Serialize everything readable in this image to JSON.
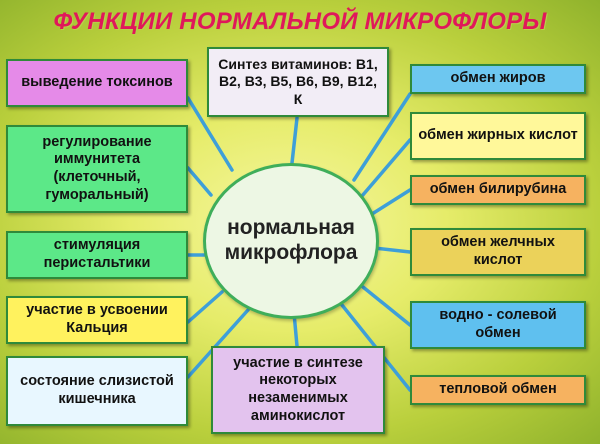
{
  "title": "ФУНКЦИИ НОРМАЛЬНОЙ МИКРОФЛОРЫ",
  "center": "нормальная микрофлора",
  "boxes": {
    "toxins": "выведение токсинов",
    "vitamins": "Синтез витаминов: В1, В2, В3, В5, В6, В9, В12, К",
    "fat": "обмен жиров",
    "fatty_acids": "обмен жирных кислот",
    "bilirubin": "обмен билирубина",
    "bile_acids": "обмен желчных кислот",
    "water_salt": "водно - солевой обмен",
    "heat": "тепловой обмен",
    "immunity": "регулирование иммунитета (клеточный, гуморальный)",
    "peristalsis": "стимуляция перистальтики",
    "calcium": "участие в усвоении Кальция",
    "mucosa": "состояние слизистой кишечника",
    "amino_acids": "участие в синтезе некоторых незаменимых аминокислот"
  },
  "colors": {
    "title": "#e0185a",
    "center_fill": "#edf7e4",
    "center_border": "#3fae5a",
    "connector": "#3e9fd8",
    "toxins": "#e58ae8",
    "vitamins": "#f2edf6",
    "fat": "#6dc7f0",
    "fatty_acids": "#fff89a",
    "bilirubin": "#f6b260",
    "bile_acids": "#ebd25a",
    "water_salt": "#5fc0ef",
    "heat": "#f6b260",
    "immunity": "#5ce888",
    "peristalsis": "#5ce888",
    "calcium": "#fff25e",
    "mucosa": "#e8f7ff",
    "amino_acids": "#e3c3ee"
  }
}
